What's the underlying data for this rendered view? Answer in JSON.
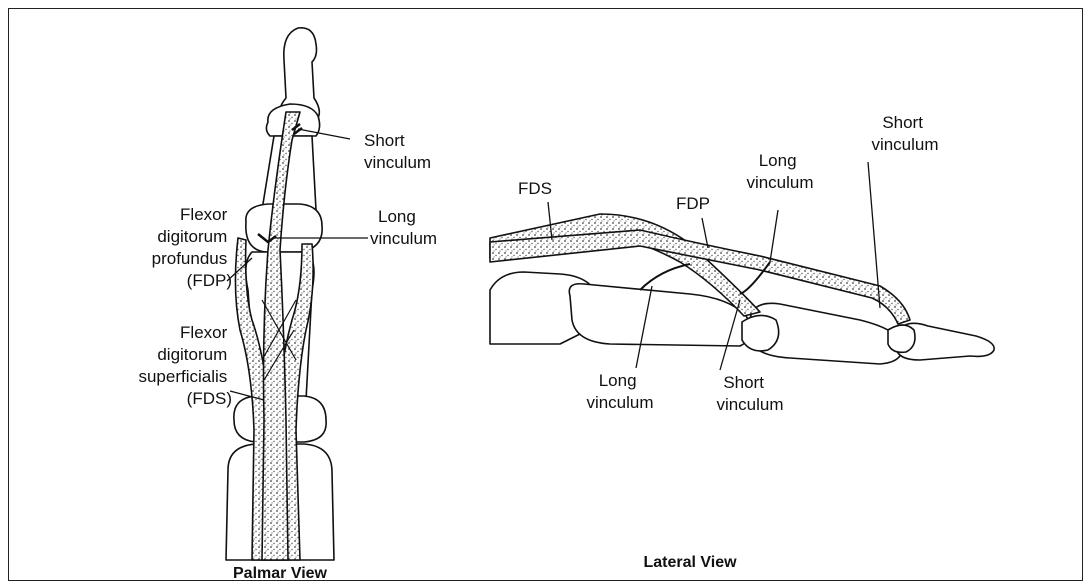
{
  "palmar": {
    "caption": "Palmar View",
    "labels": {
      "short_vinculum": [
        "Short",
        "vinculum"
      ],
      "long_vinculum": [
        "Long",
        "vinculum"
      ],
      "fdp": [
        "Flexor",
        "digitorum",
        "profundus",
        "(FDP)"
      ],
      "fds": [
        "Flexor",
        "digitorum",
        "superficialis",
        "(FDS)"
      ]
    }
  },
  "lateral": {
    "caption": "Lateral View",
    "labels": {
      "fds": "FDS",
      "fdp": "FDP",
      "long_vinculum_top": [
        "Long",
        "vinculum"
      ],
      "short_vinculum_top": [
        "Short",
        "vinculum"
      ],
      "long_vinculum_bottom": [
        "Long",
        "vinculum"
      ],
      "short_vinculum_bottom": [
        "Short",
        "vinculum"
      ]
    }
  }
}
